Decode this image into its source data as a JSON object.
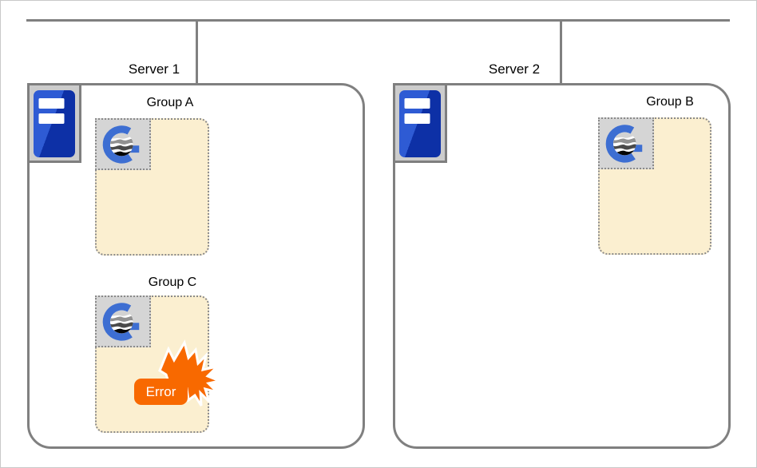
{
  "diagram": {
    "servers": [
      {
        "label": "Server 1",
        "icon": "server-rack-icon",
        "groups": [
          {
            "label": "Group A",
            "icon": "g-globe-icon",
            "status": "normal"
          },
          {
            "label": "Group C",
            "icon": "g-globe-icon",
            "status": "error"
          }
        ]
      },
      {
        "label": "Server 2",
        "icon": "server-rack-icon",
        "groups": [
          {
            "label": "Group B",
            "icon": "g-globe-icon",
            "status": "normal"
          }
        ]
      }
    ],
    "error_badge": {
      "label": "Error",
      "icon": "burst-explosion-icon"
    },
    "colors": {
      "line_gray": "#808080",
      "server_box_border": "#808080",
      "group_fill": "#FBEFD0",
      "group_border": "#8A8A8A",
      "group_icon_bg": "#D5D5D5",
      "server_icon_bg": "#CCCCCC",
      "server_icon_blue": "#2E5BD4",
      "server_icon_blue_dark": "#0D30A6",
      "g_logo_blue": "#3D6ED2",
      "error_orange": "#F86900",
      "error_text": "#FFFFFF",
      "label_text": "#000000"
    }
  }
}
